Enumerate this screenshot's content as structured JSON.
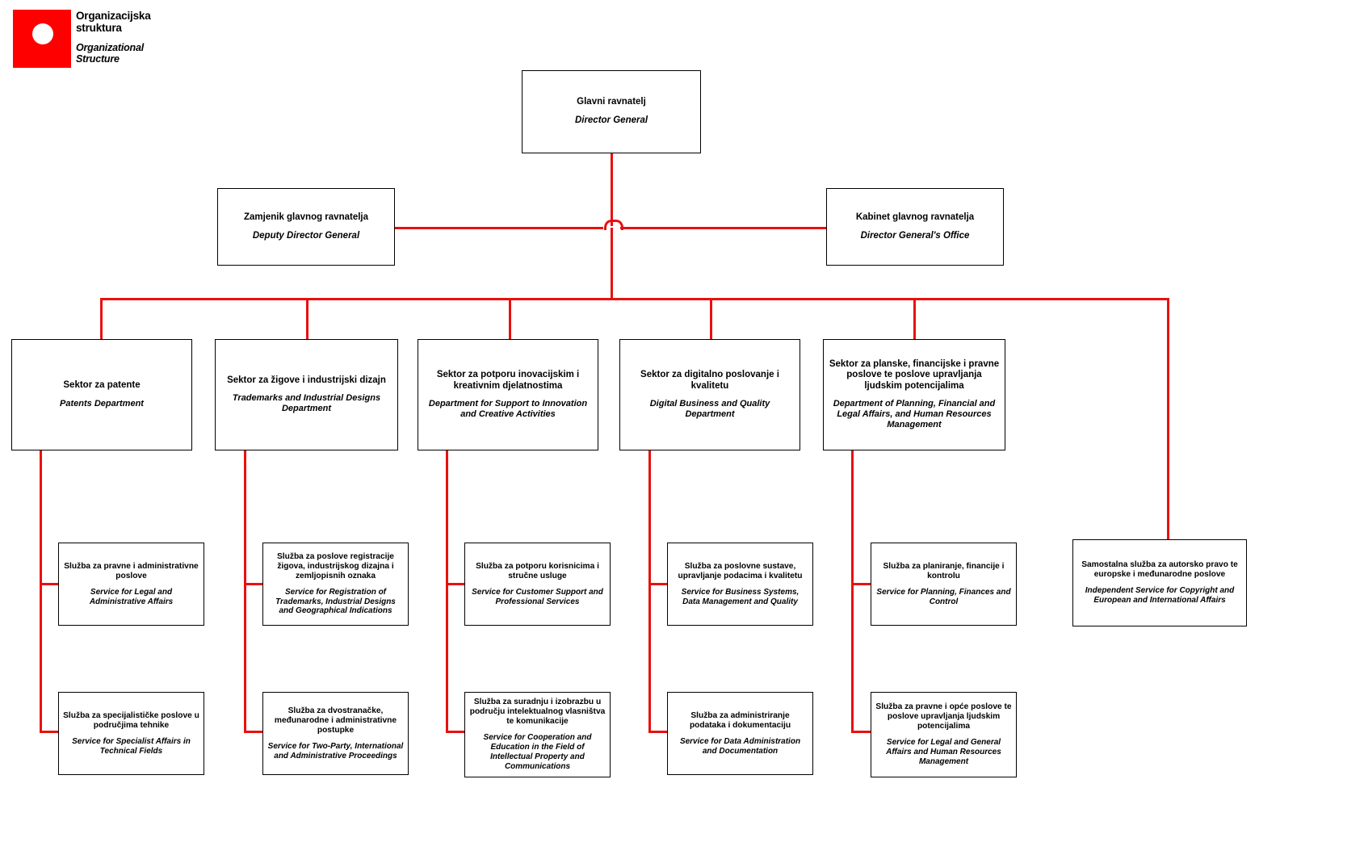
{
  "logo": {
    "title_hr_line1": "Organizacijska",
    "title_hr_line2": "struktura",
    "title_en_line1": "Organizational",
    "title_en_line2": "Structure",
    "mark_color": "#fe0000",
    "dot_color": "#ffffff"
  },
  "theme": {
    "connector_color": "#e8110f",
    "box_border_color": "#000000",
    "background": "#ffffff"
  },
  "nodes": {
    "director_general": {
      "hr": "Glavni ravnatelj",
      "en": "Director General"
    },
    "deputy_director_general": {
      "hr": "Zamjenik glavnog ravnatelja",
      "en": "Deputy Director General"
    },
    "director_generals_office": {
      "hr": "Kabinet glavnog ravnatelja",
      "en": "Director General's Office"
    },
    "patents_department": {
      "hr": "Sektor za patente",
      "en": "Patents Department"
    },
    "trademarks_department": {
      "hr": "Sektor za žigove i industrijski dizajn",
      "en": "Trademarks and Industrial Designs Department"
    },
    "innovation_department": {
      "hr": "Sektor za potporu inovacijskim i kreativnim djelatnostima",
      "en": "Department for Support to Innovation and Creative Activities"
    },
    "digital_department": {
      "hr": "Sektor za digitalno poslovanje i kvalitetu",
      "en": "Digital Business and Quality Department"
    },
    "planning_department": {
      "hr": "Sektor za planske, financijske i pravne poslove te poslove upravljanja ljudskim potencijalima",
      "en": "Department of Planning, Financial and Legal Affairs, and Human Resources Management"
    },
    "independent_copyright_service": {
      "hr": "Samostalna služba za autorsko pravo te europske i međunarodne poslove",
      "en": "Independent Service for Copyright and European and International Affairs"
    },
    "svc_legal_admin": {
      "hr": "Služba za pravne i administrativne poslove",
      "en": "Service for Legal and Administrative Affairs"
    },
    "svc_specialist_technical": {
      "hr": "Služba za specijalističke poslove u područjima tehnike",
      "en": "Service for Specialist Affairs in Technical Fields"
    },
    "svc_registration_tm": {
      "hr": "Služba za poslove registracije žigova, industrijskog dizajna i zemljopisnih oznaka",
      "en": "Service for Registration of Trademarks, Industrial Designs and Geographical Indications"
    },
    "svc_two_party": {
      "hr": "Služba za dvostranačke, međunarodne i administrativne postupke",
      "en": "Service for Two-Party, International and Administrative Proceedings"
    },
    "svc_customer_support": {
      "hr": "Služba za potporu korisnicima i stručne usluge",
      "en": "Service for Customer Support and Professional Services"
    },
    "svc_cooperation_education": {
      "hr": "Služba za suradnju i izobrazbu u području intelektualnog vlasništva te komunikacije",
      "en": "Service for Cooperation and Education in the Field of Intellectual Property and Communications"
    },
    "svc_business_systems": {
      "hr": "Služba za poslovne sustave, upravljanje podacima i kvalitetu",
      "en": "Service for Business Systems, Data Management and Quality"
    },
    "svc_data_administration": {
      "hr": "Služba za administriranje podataka i dokumentaciju",
      "en": "Service for Data Administration and Documentation"
    },
    "svc_planning_finance": {
      "hr": "Služba za planiranje, financije i kontrolu",
      "en": "Service for Planning, Finances and Control"
    },
    "svc_legal_general_hr": {
      "hr": "Služba za pravne i opće poslove te poslove upravljanja ljudskim potencijalima",
      "en": "Service for Legal and General Affairs and Human Resources Management"
    }
  }
}
